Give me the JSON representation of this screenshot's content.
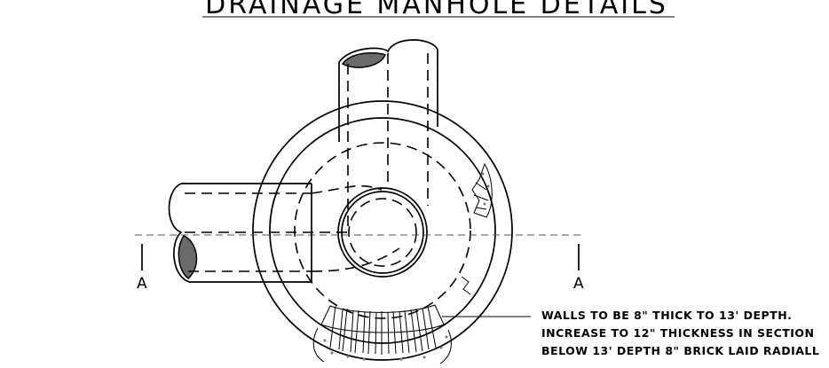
{
  "title": "DRAINAGE MANHOLE DETAILS",
  "section_marker_left": "A",
  "section_marker_right": "A",
  "note_lines": [
    "WALLS TO BE 8\" THICK TO 13' DEPTH.",
    "INCREASE TO 12\" THICKNESS IN SECTION",
    "BELOW 13' DEPTH 8\" BRICK LAID RADIALL"
  ]
}
